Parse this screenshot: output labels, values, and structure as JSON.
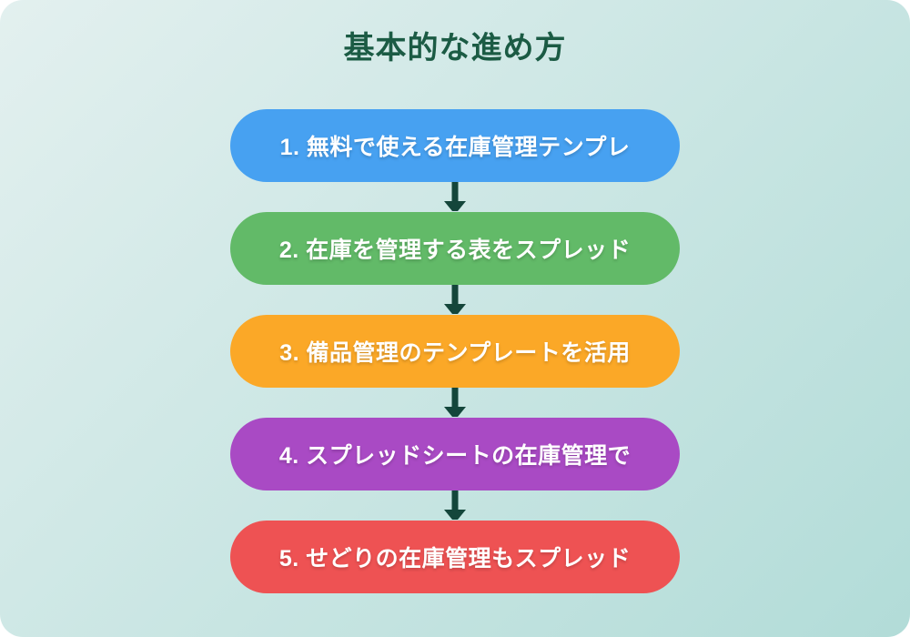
{
  "figure": {
    "title": "基本的な進め方"
  },
  "colors": {
    "title": "#1b5b44",
    "arrow": "#14463b",
    "background_start": "#e3f0ef",
    "background_end": "#b2dcd8"
  },
  "steps": [
    {
      "label": "1. 無料で使える在庫管理テンプレ",
      "color": "#47a1f1"
    },
    {
      "label": "2. 在庫を管理する表をスプレッド",
      "color": "#62ba68"
    },
    {
      "label": "3. 備品管理のテンプレートを活用",
      "color": "#fba827"
    },
    {
      "label": "4. スプレッドシートの在庫管理で",
      "color": "#a94ac4"
    },
    {
      "label": "5. せどりの在庫管理もスプレッド",
      "color": "#ee5253"
    }
  ]
}
